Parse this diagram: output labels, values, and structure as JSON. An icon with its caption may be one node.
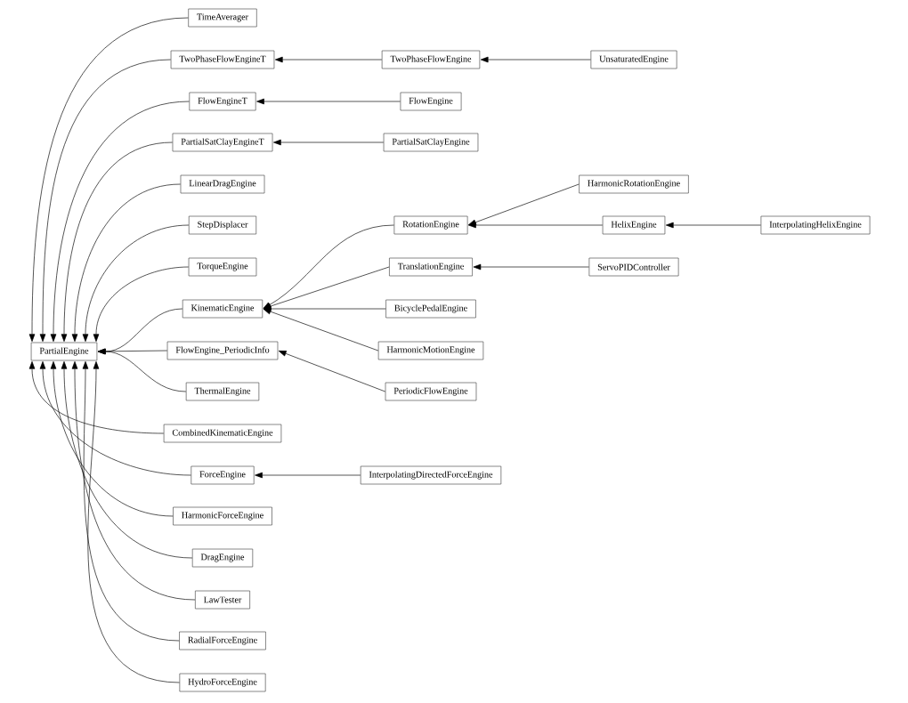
{
  "diagram": {
    "nodes": [
      {
        "text": [
          "PartialEngine"
        ]
      },
      {
        "text": [
          "TimeAverager"
        ]
      },
      {
        "text": [
          "TwoPhaseFlowEngineT"
        ]
      },
      {
        "text": [
          "TwoPhaseFlowEngine"
        ]
      },
      {
        "text": [
          "UnsaturatedEngine"
        ]
      },
      {
        "text": [
          "FlowEngineT"
        ]
      },
      {
        "text": [
          "FlowEngine"
        ]
      },
      {
        "text": [
          "PartialSatClayEngineT"
        ]
      },
      {
        "text": [
          "PartialSatClayEngine"
        ]
      },
      {
        "text": [
          "LinearDragEngine"
        ]
      },
      {
        "text": [
          "StepDisplacer"
        ]
      },
      {
        "text": [
          "TorqueEngine"
        ]
      },
      {
        "text": [
          "KinematicEngine"
        ]
      },
      {
        "text": [
          "RotationEngine"
        ]
      },
      {
        "text": [
          "HarmonicRotationEngine"
        ]
      },
      {
        "text": [
          "HelixEngine"
        ]
      },
      {
        "text": [
          "InterpolatingHelixEngine"
        ]
      },
      {
        "text": [
          "TranslationEngine"
        ]
      },
      {
        "text": [
          "ServoPIDController"
        ]
      },
      {
        "text": [
          "BicyclePedalEngine"
        ]
      },
      {
        "text": [
          "HarmonicMotionEngine"
        ]
      },
      {
        "text": [
          "FlowEngine_PeriodicInfo"
        ]
      },
      {
        "text": [
          "PeriodicFlowEngine"
        ]
      },
      {
        "text": [
          "ThermalEngine"
        ]
      },
      {
        "text": [
          "CombinedKinematicEngine"
        ]
      },
      {
        "text": [
          "ForceEngine"
        ]
      },
      {
        "text": [
          "InterpolatingDirectedForceEngine"
        ]
      },
      {
        "text": [
          "HarmonicForceEngine"
        ]
      },
      {
        "text": [
          "DragEngine"
        ]
      },
      {
        "text": [
          "LawTester"
        ]
      },
      {
        "text": [
          "RadialForceEngine"
        ]
      },
      {
        "text": [
          "HydroForceEngine"
        ]
      }
    ],
    "edges": [
      {
        "from": 1,
        "to": 0,
        "arrow": "to"
      },
      {
        "from": 2,
        "to": 0,
        "arrow": "to"
      },
      {
        "from": 3,
        "to": 2,
        "arrow": "to"
      },
      {
        "from": 4,
        "to": 3,
        "arrow": "to"
      },
      {
        "from": 5,
        "to": 0,
        "arrow": "to"
      },
      {
        "from": 6,
        "to": 5,
        "arrow": "to"
      },
      {
        "from": 7,
        "to": 0,
        "arrow": "to"
      },
      {
        "from": 8,
        "to": 7,
        "arrow": "to"
      },
      {
        "from": 9,
        "to": 0,
        "arrow": "to"
      },
      {
        "from": 10,
        "to": 0,
        "arrow": "to"
      },
      {
        "from": 11,
        "to": 0,
        "arrow": "to"
      },
      {
        "from": 12,
        "to": 0,
        "arrow": "to"
      },
      {
        "from": 13,
        "to": 12,
        "arrow": "to"
      },
      {
        "from": 14,
        "to": 13,
        "arrow": "to"
      },
      {
        "from": 15,
        "to": 13,
        "arrow": "to"
      },
      {
        "from": 16,
        "to": 15,
        "arrow": "to"
      },
      {
        "from": 17,
        "to": 12,
        "arrow": "to"
      },
      {
        "from": 18,
        "to": 17,
        "arrow": "to"
      },
      {
        "from": 19,
        "to": 12,
        "arrow": "to"
      },
      {
        "from": 20,
        "to": 12,
        "arrow": "to"
      },
      {
        "from": 21,
        "to": 0,
        "arrow": "to"
      },
      {
        "from": 22,
        "to": 21,
        "arrow": "to"
      },
      {
        "from": 23,
        "to": 0,
        "arrow": "to"
      },
      {
        "from": 24,
        "to": 0,
        "arrow": "to"
      },
      {
        "from": 25,
        "to": 0,
        "arrow": "to"
      },
      {
        "from": 26,
        "to": 25,
        "arrow": "to"
      },
      {
        "from": 27,
        "to": 0,
        "arrow": "to"
      },
      {
        "from": 28,
        "to": 0,
        "arrow": "to"
      },
      {
        "from": 29,
        "to": 0,
        "arrow": "to"
      },
      {
        "from": 30,
        "to": 0,
        "arrow": "to"
      },
      {
        "from": 31,
        "to": 0,
        "arrow": "to"
      }
    ]
  }
}
